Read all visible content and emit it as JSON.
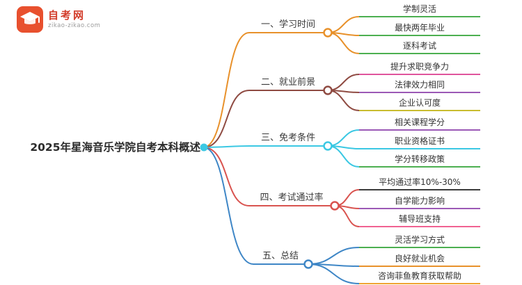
{
  "logo": {
    "name": "自考网",
    "domain": "zikao-zikao.com",
    "badge_color": "#e8502e",
    "icon": "graduation-cap-icon"
  },
  "root": {
    "label": "2025年星海音乐学院自考本科概述",
    "color": "#3bc8e3"
  },
  "branches": [
    {
      "label": "一、学习时间",
      "color": "#e8912b",
      "children": [
        {
          "label": "学制灵活",
          "color": "#4caf50"
        },
        {
          "label": "最快两年毕业",
          "color": "#4caf50"
        },
        {
          "label": "逐科考试",
          "color": "#4caf50"
        }
      ]
    },
    {
      "label": "二、就业前景",
      "color": "#8f4b42",
      "children": [
        {
          "label": "提升求职竞争力",
          "color": "#e0559c"
        },
        {
          "label": "法律效力相同",
          "color": "#9b59b6"
        },
        {
          "label": "企业认可度",
          "color": "#c9bc2f"
        }
      ]
    },
    {
      "label": "三、免考条件",
      "color": "#3bc8e3",
      "children": [
        {
          "label": "相关课程学分",
          "color": "#9b59b6"
        },
        {
          "label": "职业资格证书",
          "color": "#3bc8e3"
        },
        {
          "label": "学分转移政策",
          "color": "#4caf50"
        }
      ]
    },
    {
      "label": "四、考试通过率",
      "color": "#d9534f",
      "children": [
        {
          "label": "平均通过率10%-30%",
          "color": "#3b3b3b"
        },
        {
          "label": "自学能力影响",
          "color": "#9b59b6"
        },
        {
          "label": "辅导班支持",
          "color": "#f06292"
        }
      ]
    },
    {
      "label": "五、总结",
      "color": "#3e86c6",
      "children": [
        {
          "label": "灵活学习方式",
          "color": "#4caf50"
        },
        {
          "label": "良好就业机会",
          "color": "#e8912b"
        },
        {
          "label": "咨询菲鱼教育获取帮助",
          "color": "#efa432"
        }
      ]
    }
  ]
}
